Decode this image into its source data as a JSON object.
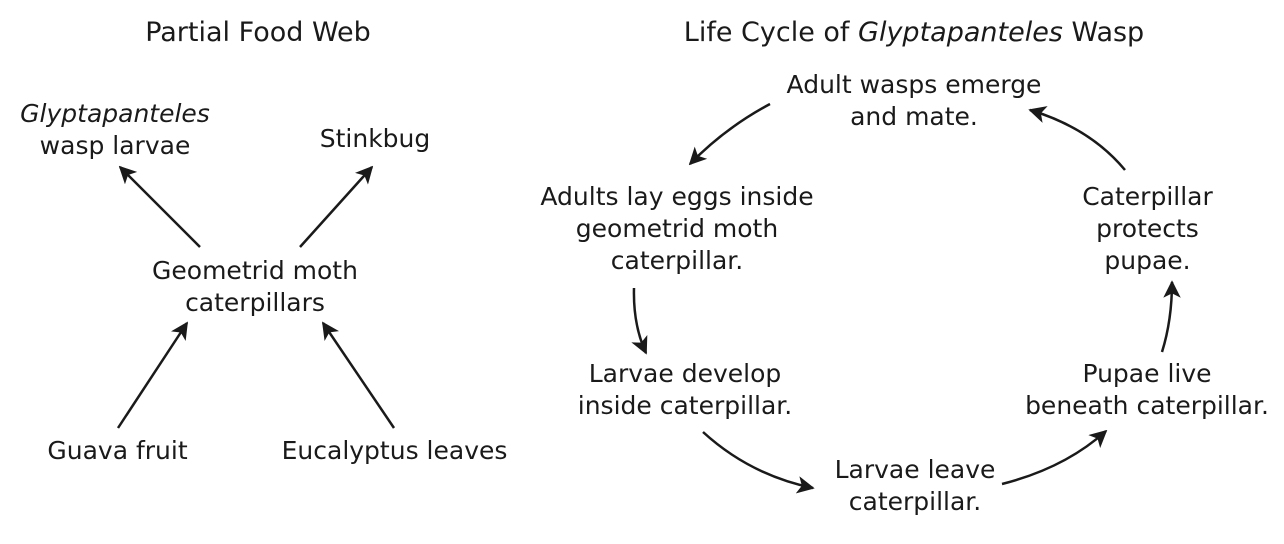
{
  "food_web": {
    "title": "Partial Food Web",
    "wasp_larvae": {
      "line1": "Glyptapanteles",
      "line2": "wasp larvae"
    },
    "stinkbug": "Stinkbug",
    "caterpillars": {
      "line1": "Geometrid moth",
      "line2": "caterpillars"
    },
    "guava": "Guava fruit",
    "eucalyptus": "Eucalyptus leaves"
  },
  "life_cycle": {
    "title_prefix": "Life Cycle of ",
    "title_italic": "Glyptapanteles",
    "title_suffix": " Wasp",
    "step_emerge": {
      "line1": "Adult wasps emerge",
      "line2": "and mate."
    },
    "step_lay": {
      "line1": "Adults lay eggs inside",
      "line2": "geometrid moth",
      "line3": "caterpillar."
    },
    "step_develop": {
      "line1": "Larvae develop",
      "line2": "inside caterpillar."
    },
    "step_leave": {
      "line1": "Larvae leave",
      "line2": "caterpillar."
    },
    "step_pupae": {
      "line1": "Pupae live",
      "line2": "beneath caterpillar."
    },
    "step_protect": {
      "line1": "Caterpillar",
      "line2": "protects",
      "line3": "pupae."
    }
  },
  "colors": {
    "ink": "#1a1a1a",
    "background": "#ffffff"
  }
}
